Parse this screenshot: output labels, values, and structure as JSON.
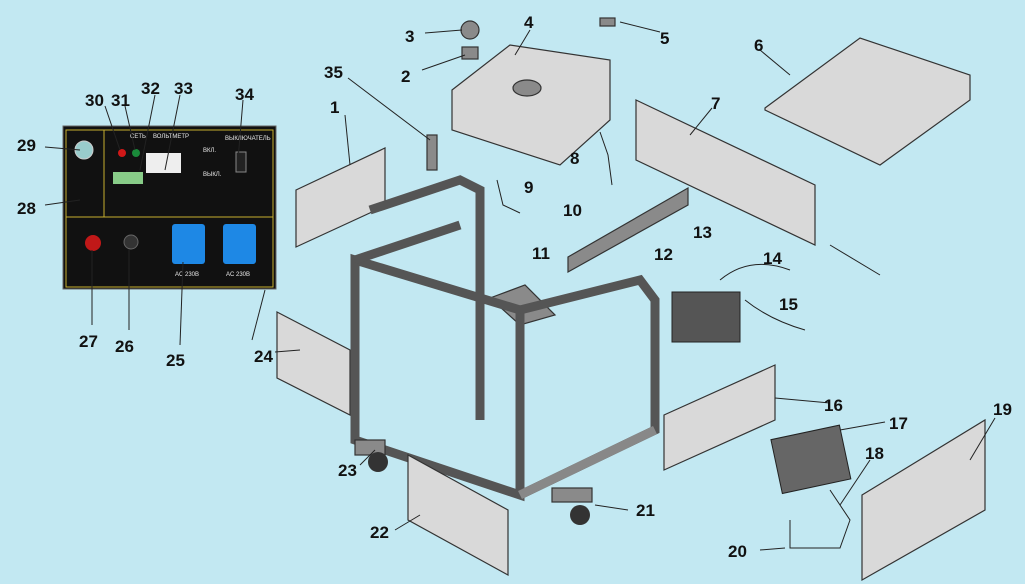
{
  "diagram": {
    "callouts": [
      "1",
      "2",
      "3",
      "4",
      "5",
      "6",
      "7",
      "8",
      "9",
      "10",
      "11",
      "12",
      "13",
      "14",
      "15",
      "16",
      "17",
      "18",
      "19",
      "20",
      "21",
      "22",
      "23",
      "24",
      "25",
      "26",
      "27",
      "28",
      "29",
      "30",
      "31",
      "32",
      "33",
      "34",
      "35"
    ],
    "panel": {
      "network_label": "СЕТЬ",
      "voltmeter_label": "ВОЛЬТМЕТР",
      "on_label": "ВКЛ.",
      "off_label": "ВЫКЛ.",
      "switch_label": "ВЫКЛЮЧАТЕЛЬ",
      "socket1_label": "AC 230В",
      "socket2_label": "AC 230В"
    },
    "colors": {
      "background": "#c2e8f2",
      "panel": "#111111",
      "socket": "#1e88e5",
      "lead_red": "#d01818"
    }
  }
}
